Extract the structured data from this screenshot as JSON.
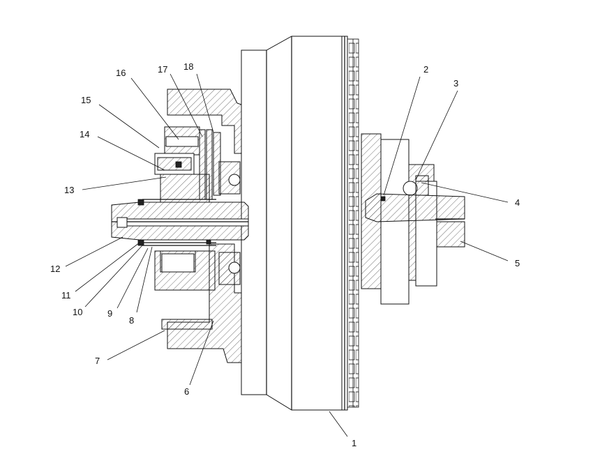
{
  "diagram": {
    "callouts": [
      "1",
      "2",
      "3",
      "4",
      "5",
      "6",
      "7",
      "8",
      "9",
      "10",
      "11",
      "12",
      "13",
      "14",
      "15",
      "16",
      "17",
      "18"
    ]
  },
  "colors": {
    "line": "#111111",
    "background": "#ffffff"
  }
}
